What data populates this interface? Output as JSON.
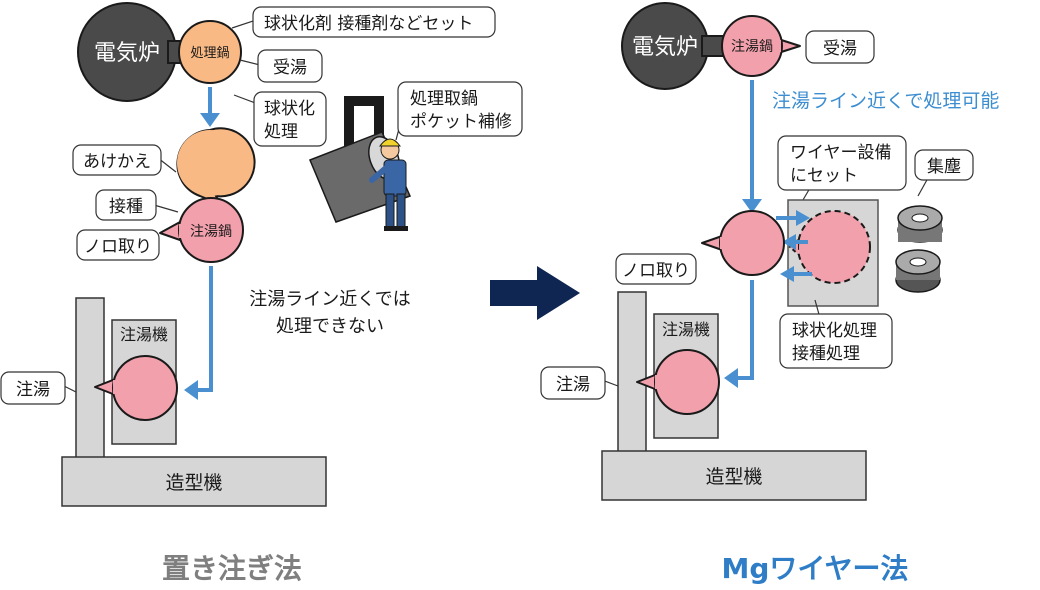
{
  "left": {
    "furnace": "電気炉",
    "ladle_top": "処理鍋",
    "callout_spheroidizer": "球状化剤  接種剤などセット",
    "callout_receive": "受湯",
    "callout_treatment": [
      "球状化",
      "処理"
    ],
    "callout_worker": [
      "処理取鍋",
      "ポケット補修"
    ],
    "callout_swap": "あけかえ",
    "callout_inoculation": "接種",
    "callout_slag": "ノロ取り",
    "pouring_ladle": "注湯鍋",
    "note": [
      "注湯ライン近くでは",
      "処理できない"
    ],
    "pouring_machine": "注湯機",
    "callout_pour": "注湯",
    "molding_machine": "造型機",
    "method_title": "置き注ぎ法"
  },
  "right": {
    "furnace": "電気炉",
    "pouring_ladle": "注湯鍋",
    "callout_receive": "受湯",
    "note": "注湯ライン近くで処理可能",
    "callout_wire": [
      "ワイヤー設備",
      "にセット"
    ],
    "callout_dust": "集塵",
    "callout_slag": "ノロ取り",
    "callout_process": [
      "球状化処理",
      "接種処理"
    ],
    "pouring_machine": "注湯機",
    "callout_pour": "注湯",
    "molding_machine": "造型機",
    "method_title": "Mgワイヤー法"
  },
  "colors": {
    "furnace": "#4a4a4a",
    "treatment_ladle": "#f8b985",
    "pouring_ladle": "#f1a0ac",
    "machine": "#d6d6d6",
    "arrow": "#4a90d0",
    "big_arrow": "#0f2552",
    "title_gray": "#7f7f7f",
    "title_blue": "#2e7dc6"
  },
  "icons": [
    "worker-icon",
    "wire-coil-icon",
    "transition-arrow-icon"
  ]
}
